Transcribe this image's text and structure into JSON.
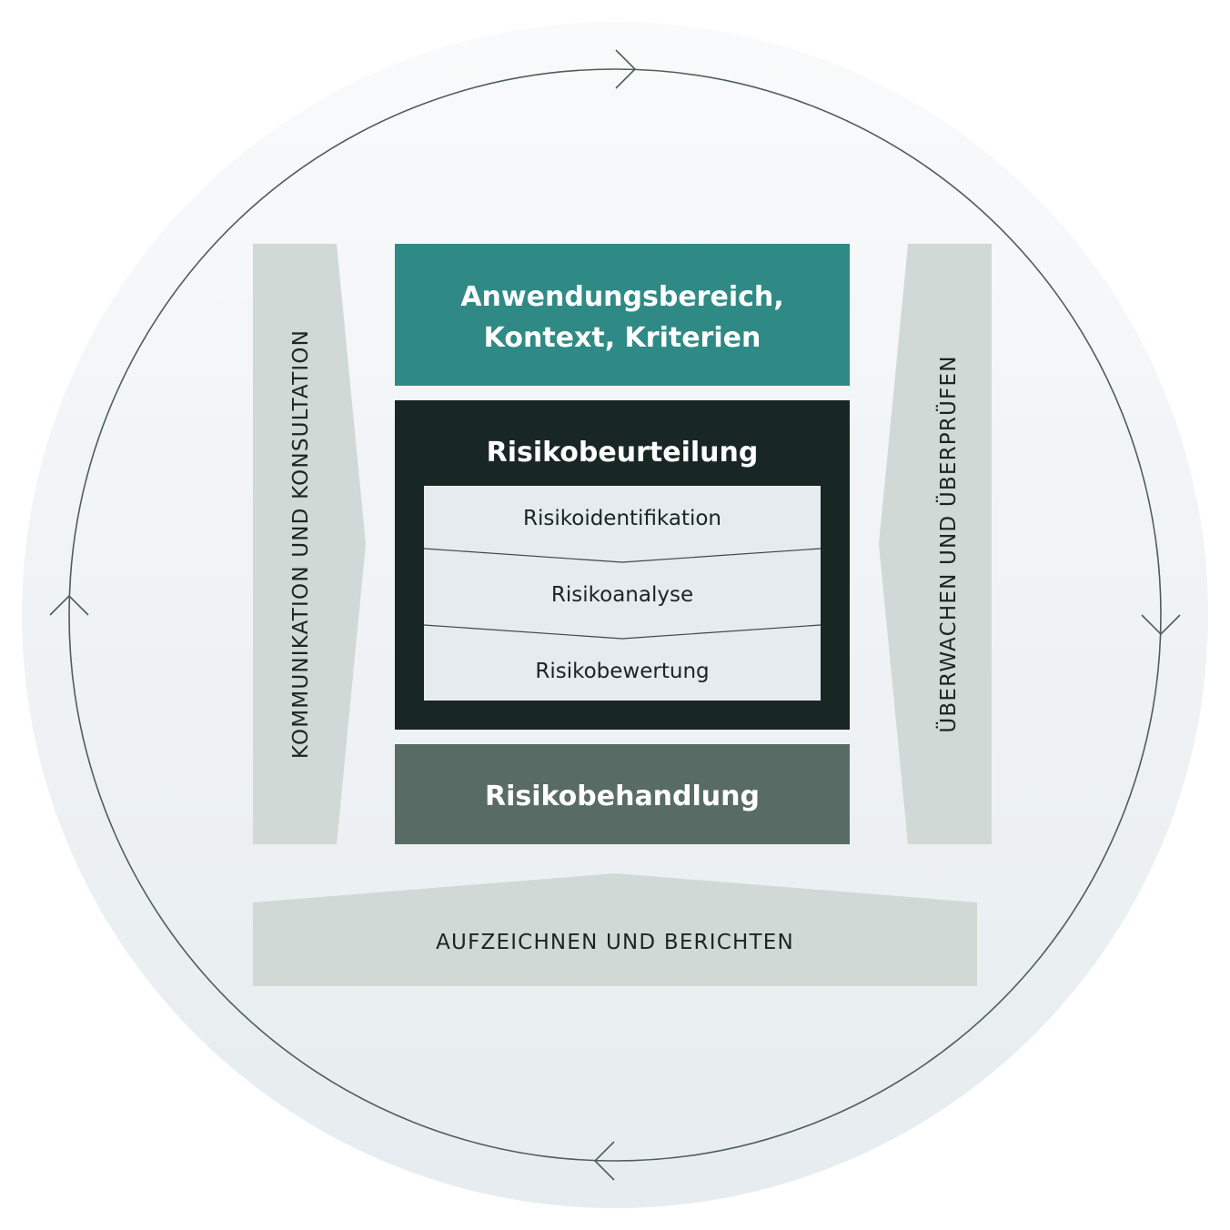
{
  "scope_box": {
    "line1": "Anwendungsbereich,",
    "line2": "Kontext, Kriterien",
    "color": "#2f8a85"
  },
  "assessment": {
    "title": "Risikobeurteilung",
    "color": "#192724",
    "steps": [
      "Risikoidentifikation",
      "Risikoanalyse",
      "Risikobewertung"
    ],
    "step_color": "#e5ebee"
  },
  "treatment": {
    "label": "Risikobehandlung",
    "color": "#596b65"
  },
  "communication": {
    "label": "KOMMUNIKATION UND KONSULTATION"
  },
  "monitoring": {
    "label": "ÜBERWACHEN UND ÜBERPRÜFEN"
  },
  "recording": {
    "label": "AUFZEICHNEN UND BERICHTEN"
  },
  "side_band_color": "#d0d9d5",
  "cycle_color": "#4d5f59",
  "cycle_arrows": [
    "arrow-right-icon",
    "arrow-down-icon",
    "arrow-left-icon",
    "arrow-up-icon"
  ]
}
